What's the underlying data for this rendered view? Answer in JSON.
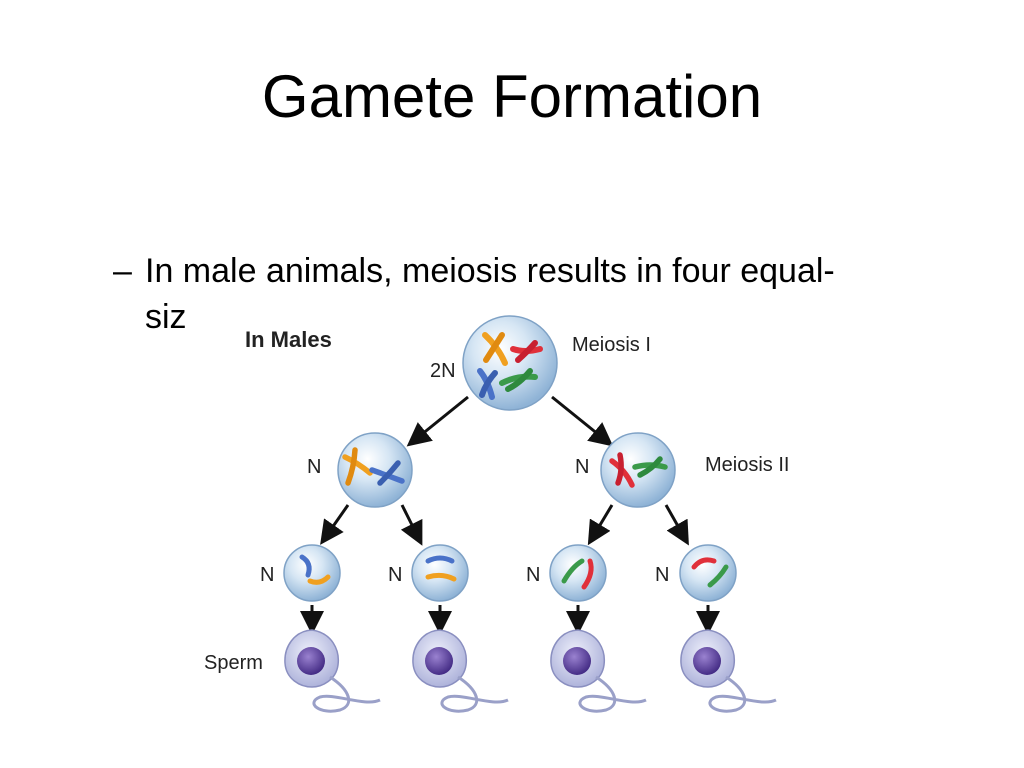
{
  "slide": {
    "title": "Gamete Formation",
    "bullet_dash": "–",
    "bullet_line1": "In male animals, meiosis results in four equal-",
    "bullet_line2": "siz"
  },
  "diagram": {
    "heading": "In Males",
    "parent": {
      "ploidy": "2N",
      "stage": "Meiosis I"
    },
    "daughters": [
      {
        "ploidy": "N"
      },
      {
        "ploidy": "N",
        "stage": "Meiosis II"
      }
    ],
    "granddaughters": [
      {
        "ploidy": "N"
      },
      {
        "ploidy": "N"
      },
      {
        "ploidy": "N"
      },
      {
        "ploidy": "N"
      }
    ],
    "product_label": "Sperm",
    "colors": {
      "cell": "#b8d3ea",
      "orange": "#f0a020",
      "red": "#e0303a",
      "blue": "#4a72c8",
      "green": "#3a9a4a",
      "nucleus": "#5b3a9a",
      "sperm_body": "#c8cbe8"
    }
  }
}
